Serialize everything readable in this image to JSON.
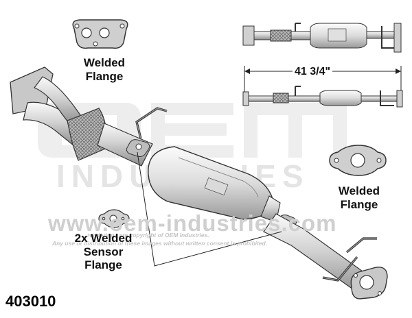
{
  "watermark": {
    "logo": "OEM",
    "subtitle": "INDUSTRIES",
    "url": "www.oem-industries.com",
    "copyright_1": "...renderings are copyright of OEM Industries.",
    "copyright_2": "Any use or distribution of these images without written consent is prohibited."
  },
  "labels": {
    "flange_top_left": "Welded\nFlange",
    "flange_right": "Welded\nFlange",
    "sensor": "2x Welded\nSensor\nFlange"
  },
  "dimension": "41 3/4\"",
  "part_number": "403010",
  "colors": {
    "metal_light": "#f2f2f2",
    "metal_mid": "#c9c9c9",
    "metal_dark": "#8a8a8a",
    "outline": "#3a3a3a",
    "watermark": "#d8d8d8"
  }
}
